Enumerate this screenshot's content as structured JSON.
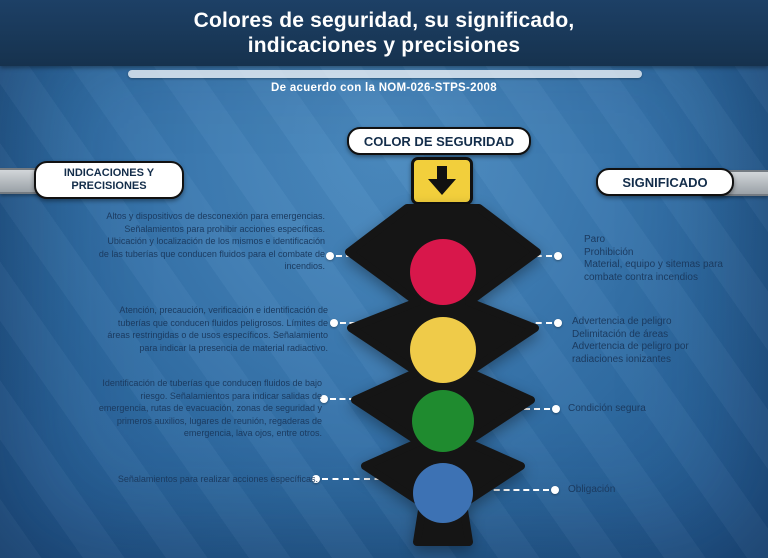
{
  "header": {
    "title_line1": "Colores de seguridad, su significado,",
    "title_line2": "indicaciones y precisiones",
    "subtitle": "De acuerdo con la NOM-026-STPS-2008"
  },
  "panels": {
    "left_label_line1": "INDICACIONES Y",
    "left_label_line2": "PRECISIONES",
    "center_label": "COLOR DE SEGURIDAD",
    "right_label": "SIGNIFICADO"
  },
  "colors": {
    "header_navy": "#16324e",
    "text_navy": "#1b3a5f",
    "body_black": "#151515",
    "arrow_yellow": "#f2cf3c"
  },
  "rows": [
    {
      "name": "red",
      "color": "#d8174b",
      "indications": "Altos y dispositivos de desconexión para emergencias. Señalamientos para prohibir acciones específicas. Ubicación y localización de los mismos e identificación de las tuberías que conducen fluidos para el combate de incendios.",
      "meanings": [
        "Paro",
        "Prohibición",
        "Material, equipo y sitemas para combate contra incendios"
      ]
    },
    {
      "name": "yellow",
      "color": "#efcb49",
      "indications": "Atención, precaución, verificación e identificación de tuberías que conducen fluidos peligrosos. Límites de áreas restringidas o de usos específicos. Señalamiento para indicar la presencia de material radiactivo.",
      "meanings": [
        "Advertencia de peligro",
        "Delimitación de áreas",
        "Advertencia de peligro por radiaciones ionizantes"
      ]
    },
    {
      "name": "green",
      "color": "#1f8b2f",
      "indications": "Identificación de tuberías que conducen fluidos de bajo riesgo. Señalamientos para indicar salidas de emergencia, rutas de evacuación, zonas de seguridad y primeros auxilios, lugares de reunión, regaderas de emergencia, lava ojos, entre otros.",
      "meanings": [
        "Condición segura"
      ]
    },
    {
      "name": "blue",
      "color": "#3d72b4",
      "indications": "Señalamientos para realizar acciones específicas.",
      "meanings": [
        "Obligación"
      ]
    }
  ]
}
